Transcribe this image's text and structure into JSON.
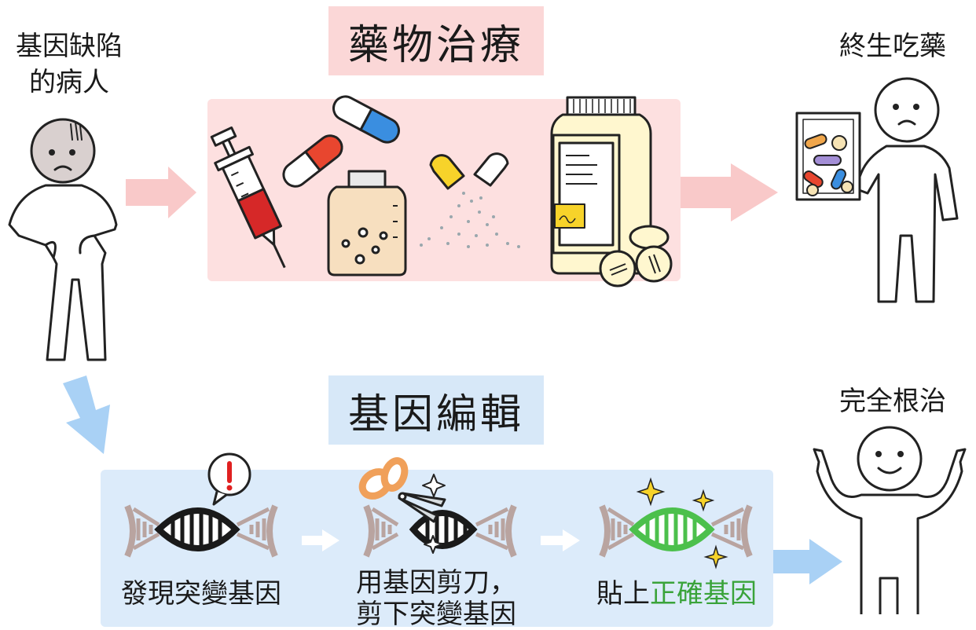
{
  "labels": {
    "patient_line1": "基因缺陷",
    "patient_line2": "的病人",
    "lifelong": "終生吃藥",
    "cured": "完全根治"
  },
  "sections": {
    "drug_title": "藥物治療",
    "gene_title": "基因編輯"
  },
  "steps": [
    {
      "line1": "發現突變基因"
    },
    {
      "line1": "用基因剪刀，",
      "line2": "剪下突變基因"
    },
    {
      "prefix": "貼上",
      "highlight": "正確基因"
    }
  ],
  "colors": {
    "drug_bg": "#fde0e0",
    "gene_bg": "#dcebfa",
    "drug_arrow": "#f9c9c9",
    "gene_arrow": "#a9d1f5",
    "highlight": "#3aa33a",
    "dna_gray": "#b9a4a0",
    "dna_green": "#4cc04c"
  },
  "icons": [
    "syringe-icon",
    "capsule-icon",
    "jar-icon",
    "pill-bottle-icon",
    "dna-icon",
    "scissors-icon",
    "exclamation-icon",
    "sparkle-icon",
    "pill-card-icon"
  ]
}
